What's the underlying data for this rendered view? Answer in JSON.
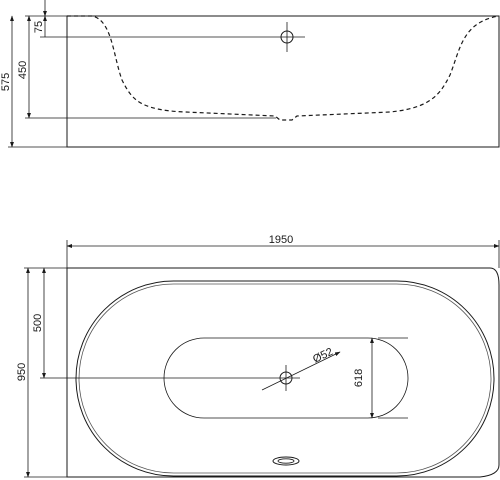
{
  "drawing": {
    "side_view": {
      "dim_overflow": "75",
      "dim_depth": "450",
      "dim_height": "575"
    },
    "top_view": {
      "dim_length": "1950",
      "dim_width": "950",
      "dim_drain_offset": "500",
      "dim_inner_width": "618",
      "dim_drain_diameter": "Ø52"
    },
    "colors": {
      "line": "#1a1a1a",
      "background": "#ffffff"
    }
  }
}
